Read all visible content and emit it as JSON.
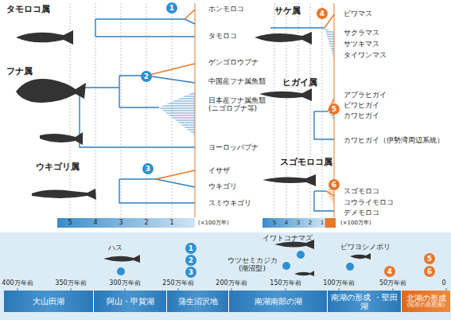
{
  "diagram": {
    "nodes": [
      {
        "text": [
          "大山田湖"
        ]
      },
      {
        "text": [
          "阿山・甲賀湖"
        ]
      },
      {
        "text": [
          "蒲生沼沢地"
        ]
      },
      {
        "text": [
          "南湖南部の湖"
        ]
      },
      {
        "text": [
          "南湖の形成 ・堅田湖"
        ]
      },
      {
        "text": [
          "北湖の形成",
          "(現在の琵琶湖)"
        ]
      },
      {
        "text": [
          "1"
        ]
      },
      {
        "text": [
          "2"
        ]
      },
      {
        "text": [
          "3"
        ]
      },
      {
        "text": [
          "4"
        ]
      },
      {
        "text": [
          "5"
        ]
      },
      {
        "text": [
          "6"
        ]
      },
      {
        "text": [
          "1"
        ]
      },
      {
        "text": [
          "2"
        ]
      },
      {
        "text": [
          "3"
        ]
      },
      {
        "text": [
          "4"
        ]
      },
      {
        "text": [
          "5"
        ]
      },
      {
        "text": [
          "6"
        ]
      }
    ],
    "labels": [
      "タモロコ属",
      "ホンモロコ",
      "タモロコ",
      "フナ属",
      "ゲンゴロウブナ",
      "中国産フナ属魚類",
      "日本産フナ属魚類 (ニゴロブナ等)",
      "ヨーロッパブナ",
      "ウキゴリ属",
      "イサザ",
      "ウキゴリ",
      "スミウキゴリ",
      "5",
      "4",
      "3",
      "2",
      "1",
      "(×100万年)",
      "サケ属",
      "ビワマス",
      "サクラマス",
      "サツキマス",
      "タイワンマス",
      "ヒガイ属",
      "アブラヒガイ",
      "ビワヒガイ",
      "カワヒガイ",
      "カワヒガイ（伊勢湾周辺系統）",
      "スゴモロコ属",
      "スゴモロコ",
      "コウライモロコ",
      "デメモロコ",
      "5",
      "4",
      "3",
      "2",
      "1",
      "(×100万年)",
      "ハス",
      "イワトコナマズ",
      "ウツセミカジカ (湖沼型)",
      "ビワヨシノボリ",
      "400万年前",
      "350万年前",
      "300万年前",
      "250万年前",
      "200万年前",
      "150万年前",
      "100万年前",
      "50万年前",
      "0"
    ]
  }
}
